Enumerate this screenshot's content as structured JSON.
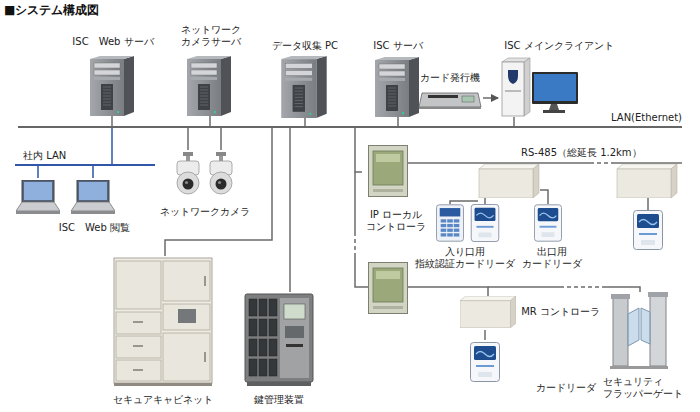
{
  "diagram": {
    "title": "■システム構成図",
    "nodes": [
      {
        "text": [
          "ISC　Web サーバ"
        ]
      },
      {
        "text": [
          "ネットワーク カメラサーバ"
        ]
      },
      {
        "text": [
          "データ収集 PC"
        ]
      },
      {
        "text": [
          "ISC サーバ"
        ]
      },
      {
        "text": [
          "カード発行機"
        ]
      },
      {
        "text": [
          "ISC メインクライアント"
        ]
      },
      {
        "text": [
          "LAN(Ethernet)"
        ]
      },
      {
        "text": [
          "社内 LAN"
        ]
      },
      {
        "text": [
          "ISC　Web 閲覧"
        ]
      },
      {
        "text": [
          "ネットワークカメラ"
        ]
      },
      {
        "text": [
          "IP ローカル コントローラ"
        ]
      },
      {
        "text": [
          "入り口用 指紋認証カードリーダ"
        ]
      },
      {
        "text": [
          "出口用 カードリーダ"
        ]
      },
      {
        "text": [
          "セキュアキャビネット"
        ]
      },
      {
        "text": [
          "鍵管理装置"
        ]
      },
      {
        "text": [
          "MR コントローラ"
        ]
      },
      {
        "text": [
          "カードリーダ"
        ]
      },
      {
        "text": [
          "セキュリティ フラッパーゲート"
        ]
      }
    ],
    "edges": [
      {
        "from": 4,
        "to": 5,
        "arrow": "to"
      },
      {
        "from": 0,
        "to": 6,
        "arrow": "none"
      },
      {
        "from": 1,
        "to": 6,
        "arrow": "none"
      },
      {
        "from": 2,
        "to": 6,
        "arrow": "none"
      },
      {
        "from": 3,
        "to": 6,
        "arrow": "none"
      },
      {
        "from": 5,
        "to": 6,
        "arrow": "none"
      },
      {
        "from": 6,
        "to": 7,
        "arrow": "none"
      },
      {
        "from": 7,
        "to": 8,
        "arrow": "none"
      },
      {
        "from": 6,
        "to": 9,
        "arrow": "none"
      },
      {
        "from": 6,
        "to": 13,
        "arrow": "none"
      },
      {
        "from": 6,
        "to": 14,
        "arrow": "none"
      },
      {
        "from": 6,
        "to": 10,
        "arrow": "none"
      },
      {
        "from": 15,
        "to": 16,
        "arrow": "none"
      }
    ],
    "labels": [
      "RS-485（総延長 1.2km）"
    ]
  }
}
